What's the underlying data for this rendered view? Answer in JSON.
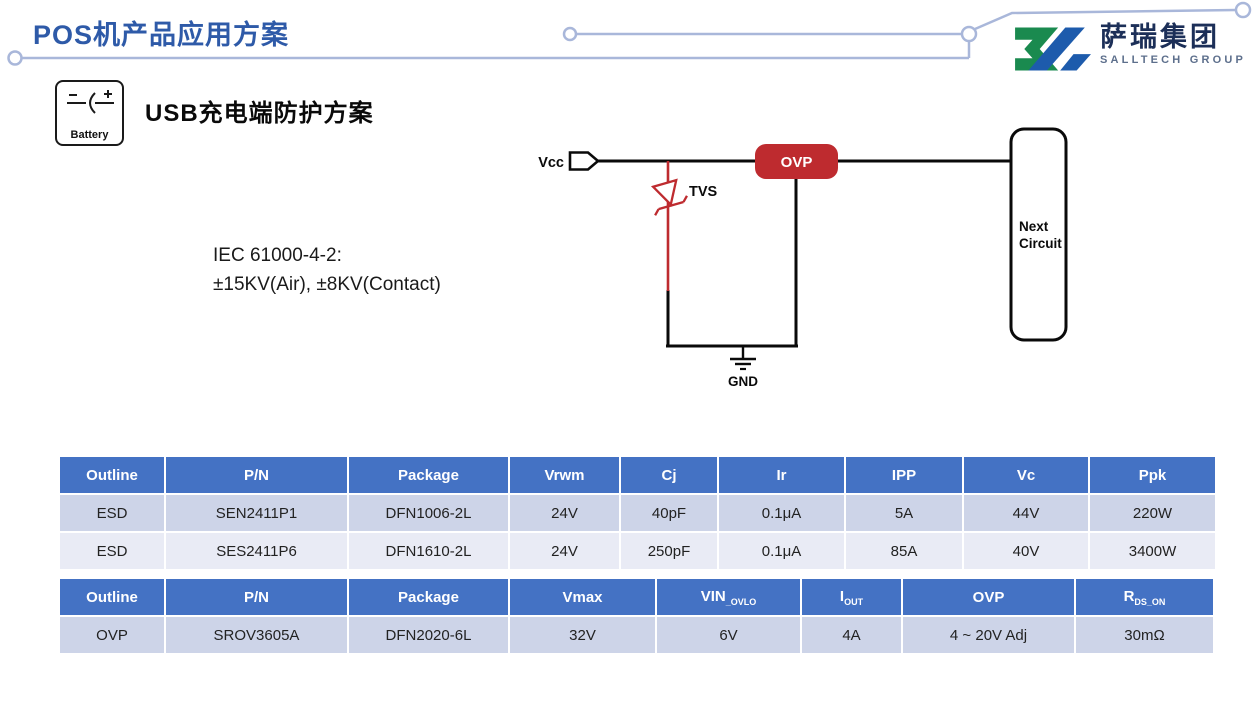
{
  "page": {
    "title": "POS机产品应用方案"
  },
  "logo": {
    "cn": "萨瑞集团",
    "en": "SALLTECH GROUP"
  },
  "section": {
    "battery_label": "Battery",
    "heading": "USB充电端防护方案"
  },
  "standard": {
    "line1": "IEC 61000-4-2:",
    "line2": "±15KV(Air), ±8KV(Contact)"
  },
  "circuit": {
    "vcc": "Vcc",
    "tvs": "TVS",
    "ovp": "OVP",
    "next_line1": "Next",
    "next_line2": "Circuit",
    "gnd": "GND"
  },
  "colors": {
    "title_blue": "#2e5aa8",
    "accent_red": "#be2b2f",
    "table_header_blue": "#4472c4",
    "row_dark": "#cdd4e8",
    "row_light": "#e9ebf5",
    "deco_line": "#a9b7da",
    "logo_green": "#1a8a4f",
    "logo_blue": "#1d5bac"
  },
  "esd_table": {
    "headers": [
      "Outline",
      "P/N",
      "Package",
      "Vrwm",
      "Cj",
      "Ir",
      "IPP",
      "Vc",
      "Ppk"
    ],
    "rows": [
      [
        "ESD",
        "SEN2411P1",
        "DFN1006-2L",
        "24V",
        "40pF",
        "0.1μA",
        "5A",
        "44V",
        "220W"
      ],
      [
        "ESD",
        "SES2411P6",
        "DFN1610-2L",
        "24V",
        "250pF",
        "0.1μA",
        "85A",
        "40V",
        "3400W"
      ]
    ]
  },
  "ovp_table": {
    "headers": [
      {
        "base": "Outline",
        "sub": ""
      },
      {
        "base": "P/N",
        "sub": ""
      },
      {
        "base": "Package",
        "sub": ""
      },
      {
        "base": "Vmax",
        "sub": ""
      },
      {
        "base": "VIN",
        "sub": "_OVLO"
      },
      {
        "base": "I",
        "sub": "OUT"
      },
      {
        "base": "OVP",
        "sub": ""
      },
      {
        "base": "R",
        "sub": "DS_ON"
      }
    ],
    "rows": [
      [
        "OVP",
        "SROV3605A",
        "DFN2020-6L",
        "32V",
        "6V",
        "4A",
        "4 ~ 20V Adj",
        "30mΩ"
      ]
    ]
  }
}
